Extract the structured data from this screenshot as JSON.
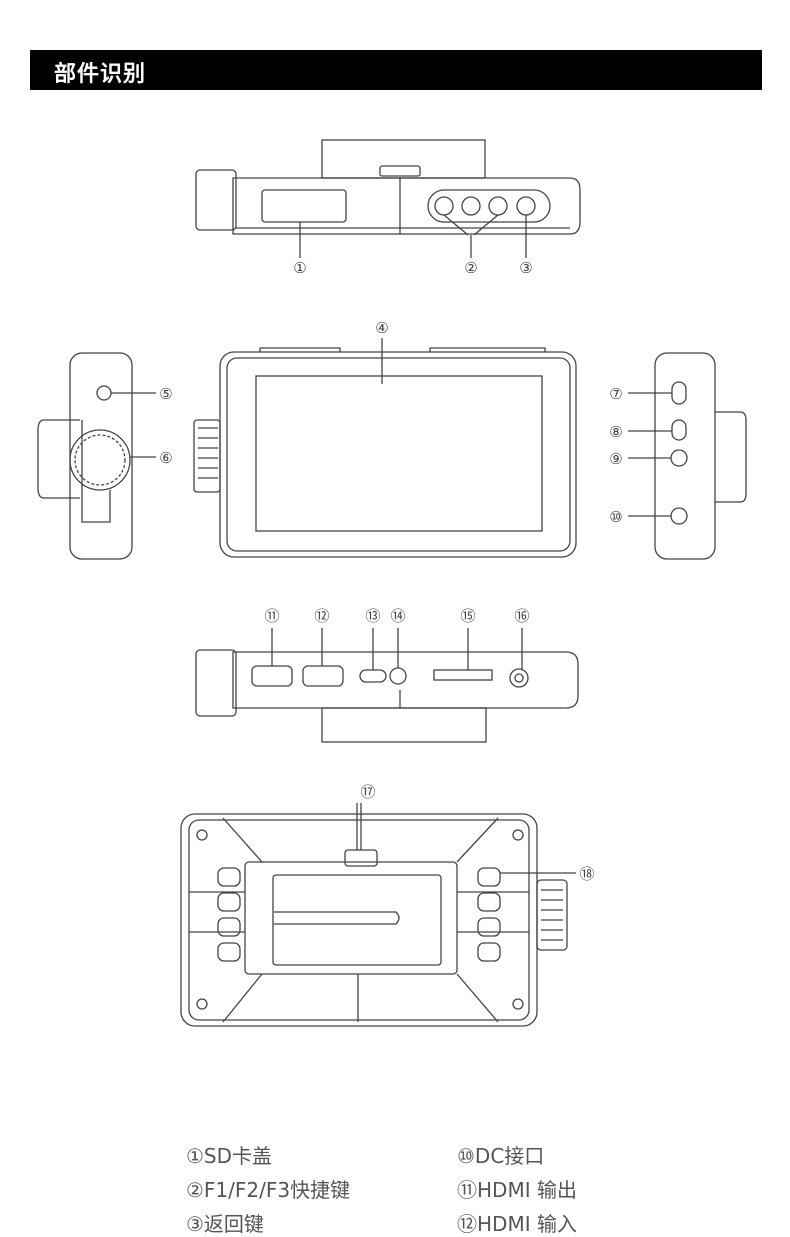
{
  "header": {
    "title": "部件识别"
  },
  "callouts": [
    "①",
    "②",
    "③",
    "④",
    "⑤",
    "⑥",
    "⑦",
    "⑧",
    "⑨",
    "⑩",
    "⑪",
    "⑫",
    "⑬",
    "⑭",
    "⑮",
    "⑯",
    "⑰",
    "⑱"
  ],
  "legend": [
    {
      "label": "①SD卡盖"
    },
    {
      "label": "②F1/F2/F3快捷键"
    },
    {
      "label": "③返回键"
    },
    {
      "label": "⑩DC接口"
    },
    {
      "label": "⑪HDMI 输出"
    },
    {
      "label": "⑫HDMI 输入"
    }
  ]
}
